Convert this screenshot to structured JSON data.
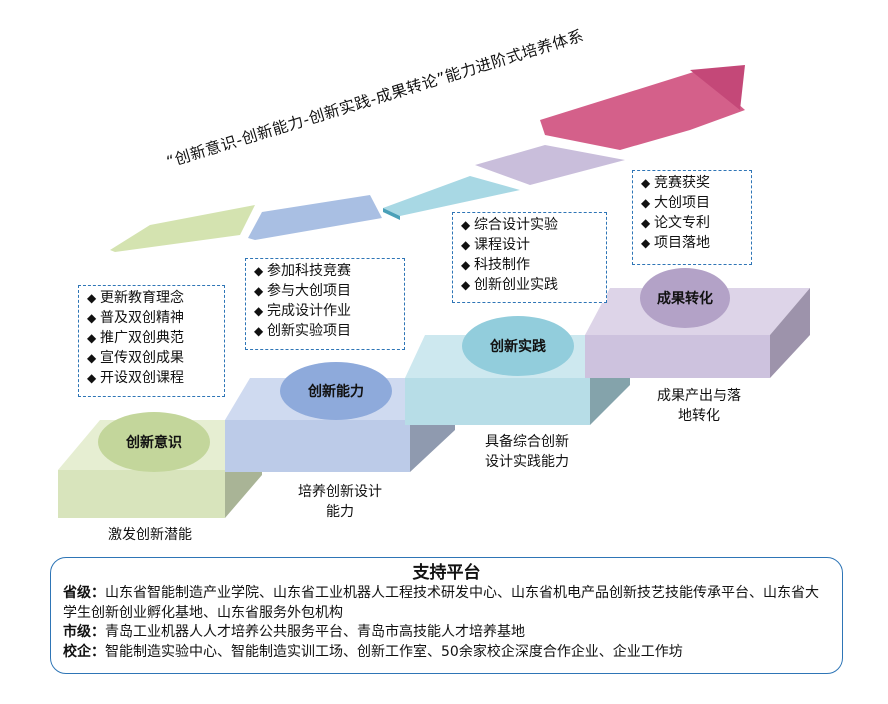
{
  "title": "“创新意识-创新能力-创新实践-成果转论”能力进阶式培养体系",
  "stages": [
    {
      "name": "创新意识",
      "caption": [
        "激发创新潜能"
      ],
      "items": [
        "更新教育理念",
        "普及双创精神",
        "推广双创典范",
        "宣传双创成果",
        "开设双创课程"
      ],
      "color": "#c3d69b"
    },
    {
      "name": "创新能力",
      "caption": [
        "培养创新设计",
        "能力"
      ],
      "items": [
        "参加科技竞赛",
        "参与大创项目",
        "完成设计作业",
        "创新实验项目"
      ],
      "color": "#8eaadb"
    },
    {
      "name": "创新实践",
      "caption": [
        "具备综合创新",
        "设计实践能力"
      ],
      "items": [
        "综合设计实验",
        "课程设计",
        "科技制作",
        "创新创业实践"
      ],
      "color": "#92cddc"
    },
    {
      "name": "成果转化",
      "caption": [
        "成果产出与落",
        "地转化"
      ],
      "items": [
        "竞赛获奖",
        "大创项目",
        "论文专利",
        "项目落地"
      ],
      "color": "#b3a2c7"
    }
  ],
  "platform": {
    "title": "支持平台",
    "rows": [
      {
        "label": "省级：",
        "text": "山东省智能制造产业学院、山东省工业机器人工程技术研发中心、山东省机电产品创新技艺技能传承平台、山东省大学生创新创业孵化基地、山东省服务外包机构"
      },
      {
        "label": "市级：",
        "text": "青岛工业机器人人才培养公共服务平台、青岛市高技能人才培养基地"
      },
      {
        "label": "校企：",
        "text": "智能制造实验中心、智能制造实训工场、创新工作室、50余家校企深度合作企业、企业工作坊"
      }
    ]
  }
}
